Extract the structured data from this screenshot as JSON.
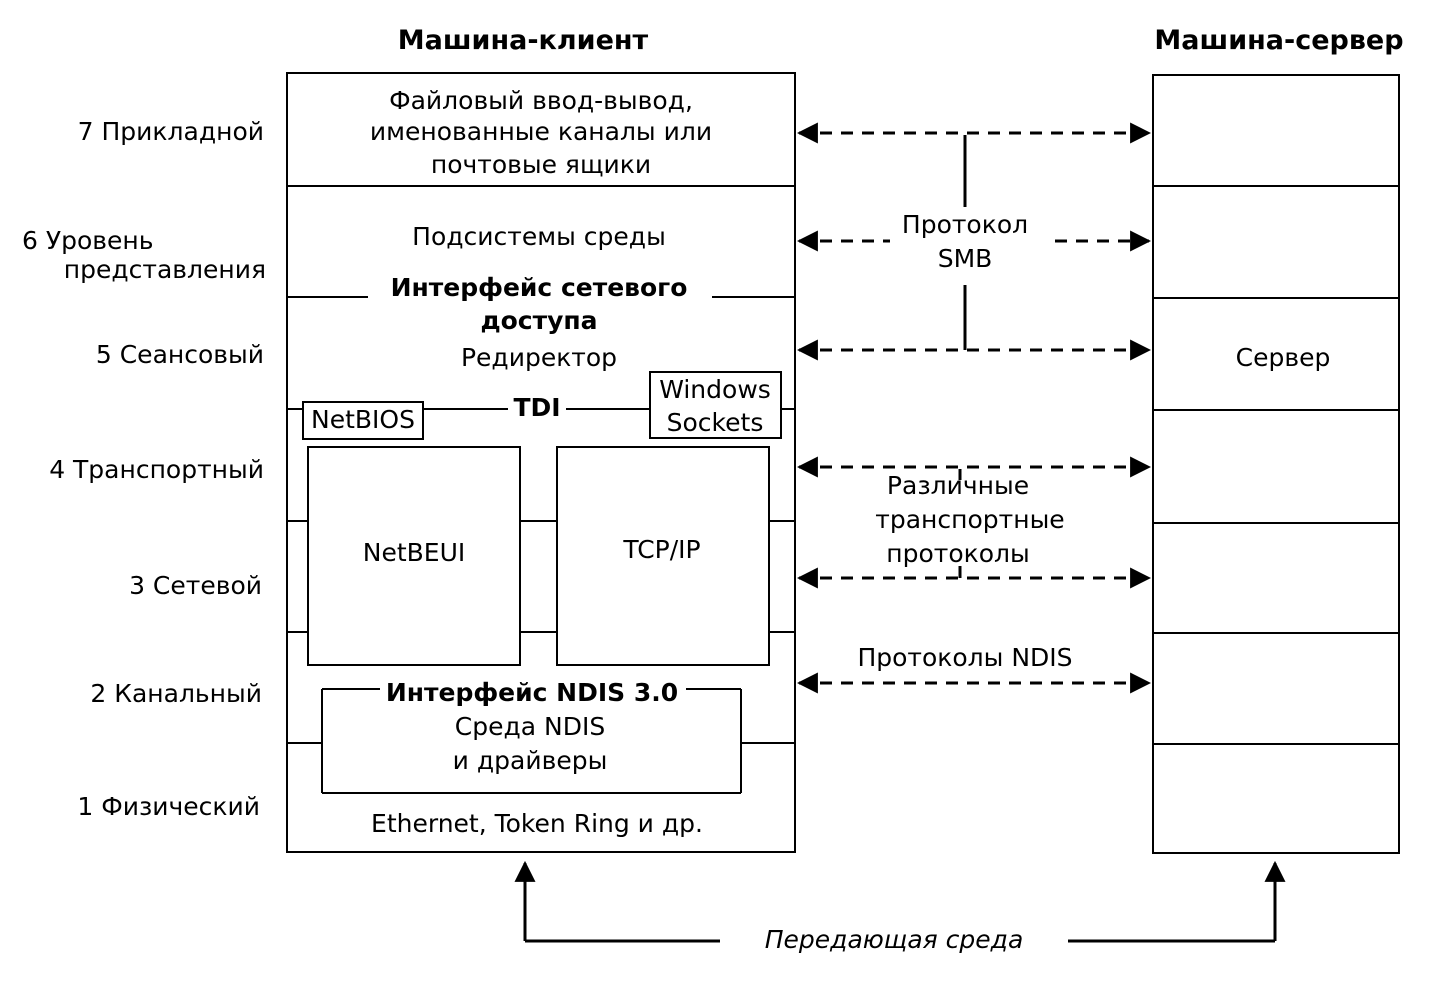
{
  "titles": {
    "client": "Машина-клиент",
    "server": "Машина-сервер"
  },
  "layers": [
    [
      "7 Прикладной"
    ],
    [
      "6 Уровень",
      "представления"
    ],
    [
      "5 Сеансовый"
    ],
    [
      "4 Транспортный"
    ],
    [
      "3 Сетевой"
    ],
    [
      "2 Канальный"
    ],
    [
      "1 Физический"
    ]
  ],
  "client": {
    "app_lines": [
      "Файловый ввод-вывод,",
      "именованные каналы или",
      "почтовые ящики"
    ],
    "env_subsystems": "Подсистемы среды",
    "net_access_interface": [
      "Интерфейс сетевого",
      "доступа"
    ],
    "redirector": "Редиректор",
    "tdi": "TDI",
    "netbios": "NetBIOS",
    "winsock": [
      "Windows",
      "Sockets"
    ],
    "netbeui": "NetBEUI",
    "tcpip": "TCP/IP",
    "ndis_interface": "Интерфейс NDIS 3.0",
    "ndis_env": [
      "Среда NDIS",
      "и драйверы"
    ],
    "physical": "Ethernet, Token Ring и др."
  },
  "server": {
    "server_label": "Сервер"
  },
  "protocols": {
    "smb": [
      "Протокол",
      "SMB"
    ],
    "transport": [
      "Различные",
      "транспортные",
      "протоколы"
    ],
    "ndis": "Протоколы NDIS"
  },
  "medium": "Передающая среда"
}
